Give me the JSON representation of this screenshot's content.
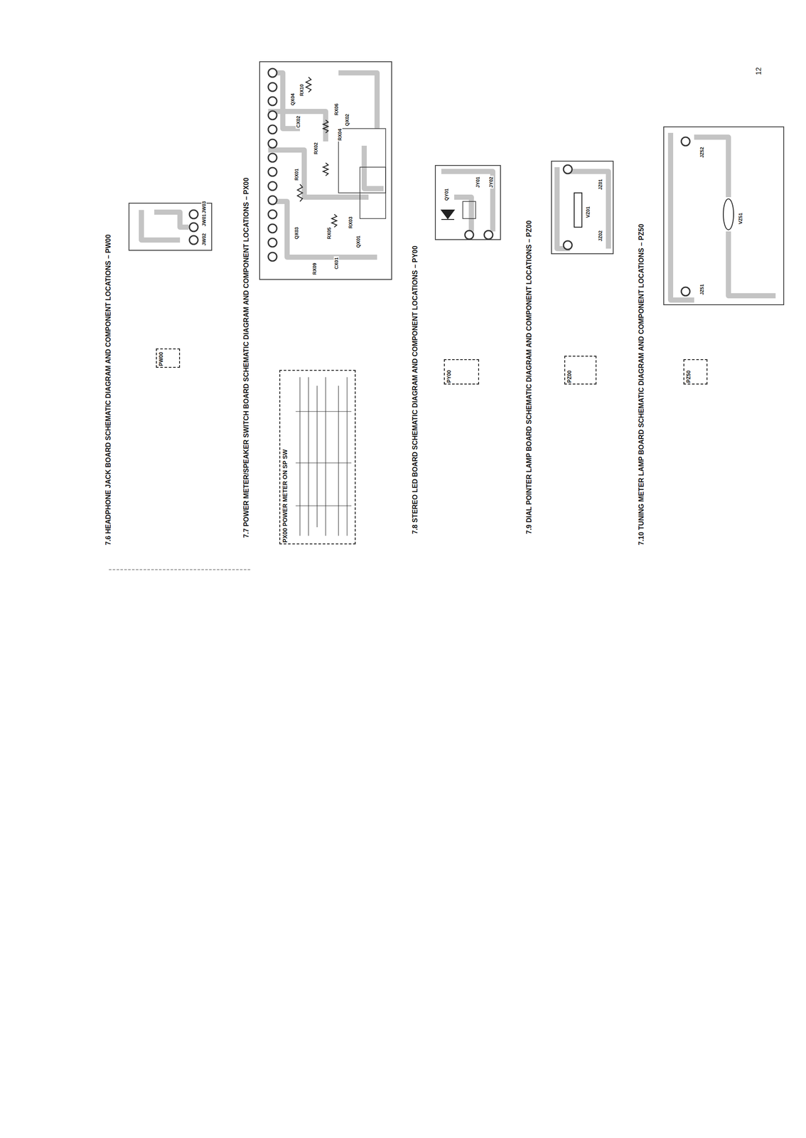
{
  "diagram": {
    "nodes": [
      {
        "text": [
          "PW00"
        ]
      },
      {
        "text": [
          "PX00 POWER METER ON SP SW"
        ]
      },
      {
        "text": [
          "PY00"
        ]
      },
      {
        "text": [
          "PZ00"
        ]
      },
      {
        "text": [
          "PZ50"
        ]
      }
    ],
    "edges": [],
    "labels": [
      "7.6 HEADPHONE JACK BOARD SCHEMATIC DIAGRAM AND COMPONENT LOCATIONS – PW00",
      "7.7 POWER METER/SPEAKER SWITCH BOARD SCHEMATIC DIAGRAM AND COMPONENT LOCATIONS – PX00",
      "7.8 STEREO LED BOARD SCHEMATIC DIAGRAM AND COMPONENT LOCATIONS – PY00",
      "7.9 DIAL POINTER LAMP BOARD SCHEMATIC DIAGRAM AND COMPONENT LOCATIONS – PZ00",
      "7.10 TUNING METER LAMP BOARD SCHEMATIC DIAGRAM AND COMPONENT LOCATIONS – PZ50",
      "12",
      "RX10",
      "QX04",
      "CX02",
      "RX06",
      "QX02",
      "RX04",
      "RX02",
      "RX01",
      "QX03",
      "RX05",
      "RX03",
      "QX01",
      "CX01",
      "RX09",
      "JY01",
      "JY02",
      "QY01",
      "JZ01",
      "VZ01",
      "JZ02",
      "JZ52",
      "VZ51",
      "JZ51",
      "JW01",
      "JW02",
      "JW03"
    ]
  }
}
